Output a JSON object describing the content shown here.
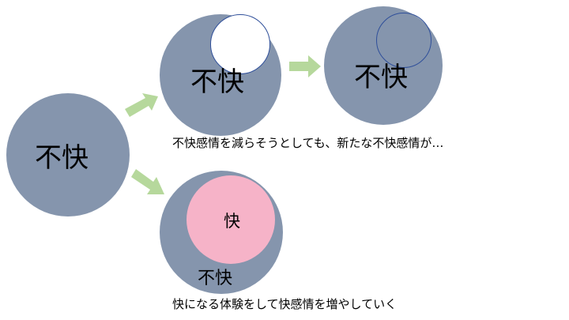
{
  "colors": {
    "circle_fill": "#8595ad",
    "outline": "#2f4f9a",
    "arrow": "#b6d89c",
    "pleasant": "#f6b3c8",
    "background": "#ffffff",
    "text": "#000000"
  },
  "diagram": {
    "start_circle": {
      "label": "不快"
    },
    "top_path": {
      "circle1_label": "不快",
      "circle2_label": "不快",
      "caption": "不快感情を減らそうとしても、新たな不快感情が…"
    },
    "bottom_path": {
      "outer_label": "不快",
      "inner_label": "快",
      "caption": "快になる体験をして快感情を増やしていく"
    },
    "arrows": [
      {
        "name": "arrow-to-top",
        "direction": "up-right"
      },
      {
        "name": "arrow-top-middle",
        "direction": "right"
      },
      {
        "name": "arrow-to-bottom",
        "direction": "down-right"
      }
    ]
  }
}
